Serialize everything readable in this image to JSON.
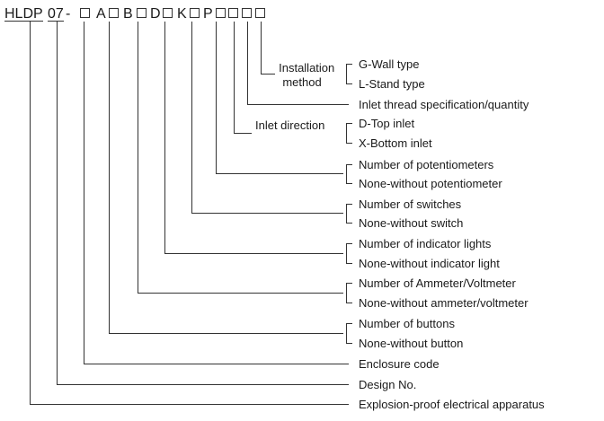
{
  "model_code": {
    "prefix": "HLDP",
    "series": "07",
    "dash": "-",
    "letters": [
      "A",
      "B",
      "D",
      "K",
      "P"
    ]
  },
  "labels": {
    "installation_method": "Installation method",
    "wall_type": "G-Wall type",
    "stand_type": "L-Stand type",
    "inlet_thread": "Inlet thread specification/quantity",
    "inlet_direction": "Inlet direction",
    "top_inlet": "D-Top inlet",
    "bottom_inlet": "X-Bottom inlet",
    "num_potentiometers": "Number of potentiometers",
    "none_potentiometer": "None-without potentiometer",
    "num_switches": "Number of switches",
    "none_switch": "None-without switch",
    "num_indicator_lights": "Number of indicator lights",
    "none_indicator_light": "None-without indicator light",
    "num_ammeter": "Number of Ammeter/Voltmeter",
    "none_ammeter": "None-without ammeter/voltmeter",
    "num_buttons": "Number of buttons",
    "none_button": "None-without button",
    "enclosure_code": "Enclosure code",
    "design_no": "Design No.",
    "explosion_proof": "Explosion-proof electrical apparatus"
  }
}
